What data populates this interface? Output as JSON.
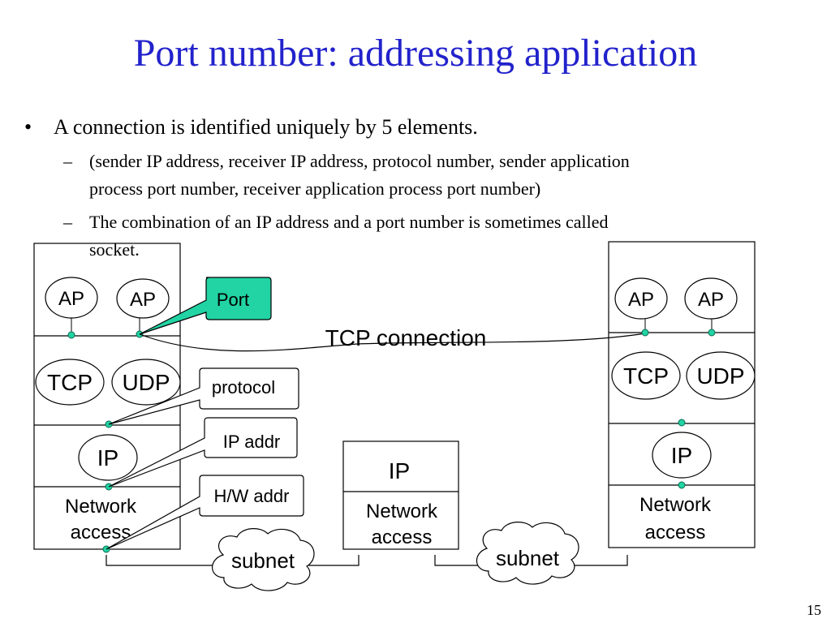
{
  "title": "Port number: addressing application",
  "bullets": {
    "main": "A connection is identified uniquely by 5 elements.",
    "sub1_line1": "(sender IP address, receiver IP address, protocol number, sender application",
    "sub1_line2": "process port number, receiver application process port number)",
    "sub2_line1": "The combination of an IP address and a port number is sometimes called",
    "sub2_line2": "socket.",
    "bullet_mark": "•",
    "dash_mark": "–"
  },
  "diagram": {
    "left_host": {
      "ap1": "AP",
      "ap2": "AP",
      "tcp": "TCP",
      "udp": "UDP",
      "ip": "IP",
      "net_line1": "Network",
      "net_line2": "access"
    },
    "right_host": {
      "ap1": "AP",
      "ap2": "AP",
      "tcp": "TCP",
      "udp": "UDP",
      "ip": "IP",
      "net_line1": "Network",
      "net_line2": "access"
    },
    "router": {
      "ip": "IP",
      "net_line1": "Network",
      "net_line2": "access"
    },
    "callouts": {
      "port": "Port",
      "protocol": "protocol",
      "ip_addr": "IP addr",
      "hw_addr": "H/W addr"
    },
    "tcp_connection": "TCP connection",
    "subnet_left": "subnet",
    "subnet_right": "subnet",
    "colors": {
      "port_callout": "#22d3a3",
      "title": "#2222cc"
    }
  },
  "page_number": "15"
}
